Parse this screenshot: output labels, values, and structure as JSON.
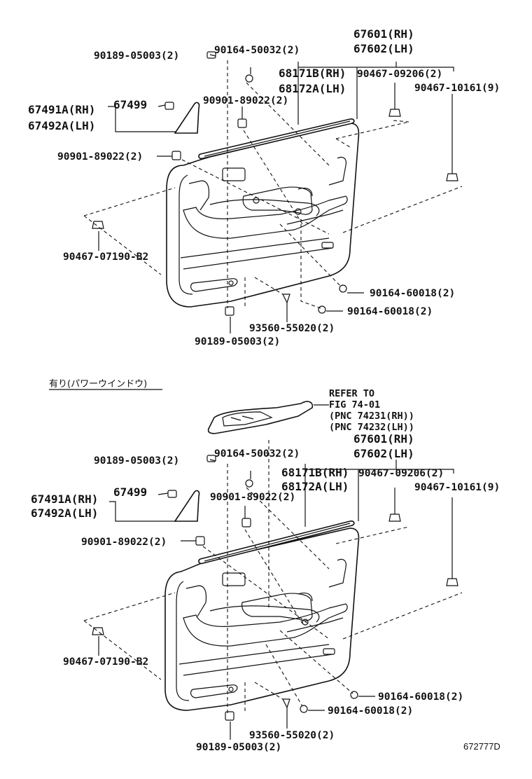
{
  "diagram": {
    "upper": {
      "labels": {
        "door_panel_rh": "67601(RH)",
        "door_panel_lh": "67602(LH)",
        "weatherstrip_rh": "68171B(RH)",
        "weatherstrip_lh": "68172A(LH)",
        "clip_09206": "90467-09206(2)",
        "clip_10161": "90467-10161(9)",
        "screw_05003_top": "90189-05003(2)",
        "screw_50032": "90164-50032(2)",
        "cover_rh": "67491A(RH)",
        "cover_lh": "67492A(LH)",
        "cover_sub": "67499",
        "clip_89022_a": "90901-89022(2)",
        "clip_89022_b": "90901-89022(2)",
        "clip_07190": "90467-07190-B2",
        "screw_60018_a": "90164-60018(2)",
        "screw_60018_b": "90164-60018(2)",
        "screw_55020": "93560-55020(2)",
        "screw_05003_bottom": "90189-05003(2)"
      }
    },
    "lower": {
      "section_note": "有り(パワーウインドウ)",
      "refer": {
        "line1": "REFER TO",
        "line2": "FIG 74-01",
        "line3": "(PNC 74231(RH))",
        "line4": "(PNC 74232(LH))"
      },
      "labels": {
        "door_panel_rh": "67601(RH)",
        "door_panel_lh": "67602(LH)",
        "weatherstrip_rh": "68171B(RH)",
        "weatherstrip_lh": "68172A(LH)",
        "clip_09206": "90467-09206(2)",
        "clip_10161": "90467-10161(9)",
        "screw_05003_top": "90189-05003(2)",
        "screw_50032": "90164-50032(2)",
        "cover_rh": "67491A(RH)",
        "cover_lh": "67492A(LH)",
        "cover_sub": "67499",
        "clip_89022_a": "90901-89022(2)",
        "clip_89022_b": "90901-89022(2)",
        "clip_07190": "90467-07190-B2",
        "screw_60018_a": "90164-60018(2)",
        "screw_60018_b": "90164-60018(2)",
        "screw_55020": "93560-55020(2)",
        "screw_05003_bottom": "90189-05003(2)"
      }
    },
    "figure_code": "672777D"
  }
}
